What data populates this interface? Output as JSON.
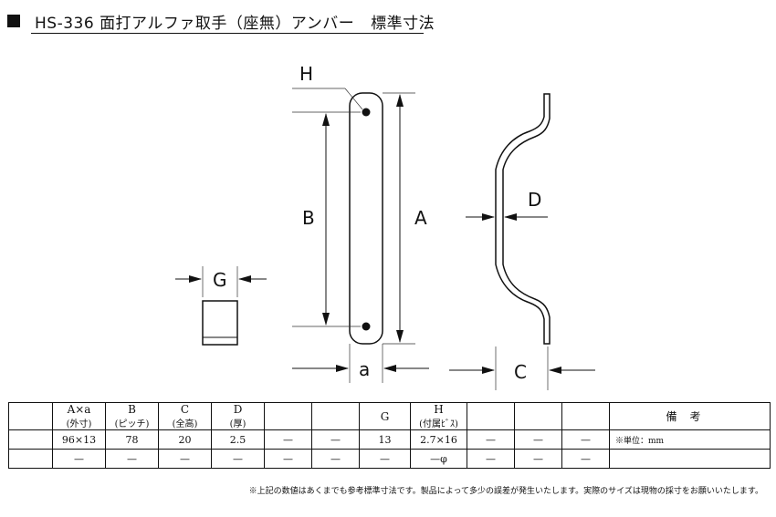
{
  "title": {
    "model": "HS-336",
    "name": "面打アルファ取手（座無）アンバー",
    "subtitle": "標準寸法"
  },
  "diagram": {
    "labels": {
      "H": "H",
      "B": "B",
      "A": "A",
      "a": "a",
      "G": "G",
      "D": "D",
      "C": "C"
    }
  },
  "table": {
    "headers": [
      {
        "top": "A×a",
        "bottom": "(外寸)"
      },
      {
        "top": "B",
        "bottom": "(ピッチ)"
      },
      {
        "top": "C",
        "bottom": "(全高)"
      },
      {
        "top": "D",
        "bottom": "(厚)"
      },
      {
        "top": "",
        "bottom": ""
      },
      {
        "top": "",
        "bottom": ""
      },
      {
        "top": "G",
        "bottom": ""
      },
      {
        "top": "H",
        "bottom": "(付属ﾋﾞｽ)"
      },
      {
        "top": "",
        "bottom": ""
      },
      {
        "top": "",
        "bottom": ""
      },
      {
        "top": "",
        "bottom": ""
      }
    ],
    "remarks_header": "備考",
    "rows": [
      [
        "96×13",
        "78",
        "20",
        "2.5",
        "—",
        "—",
        "13",
        "2.7×16",
        "—",
        "—",
        "—"
      ],
      [
        "—",
        "—",
        "—",
        "—",
        "—",
        "—",
        "—",
        "—φ",
        "—",
        "—",
        "—"
      ]
    ],
    "remarks": [
      "※単位：mm",
      ""
    ]
  },
  "footnote": "※上記の数値はあくまでも参考標準寸法です。製品によって多少の誤差が発生いたします。実際のサイズは現物の採寸をお願いいたします。"
}
